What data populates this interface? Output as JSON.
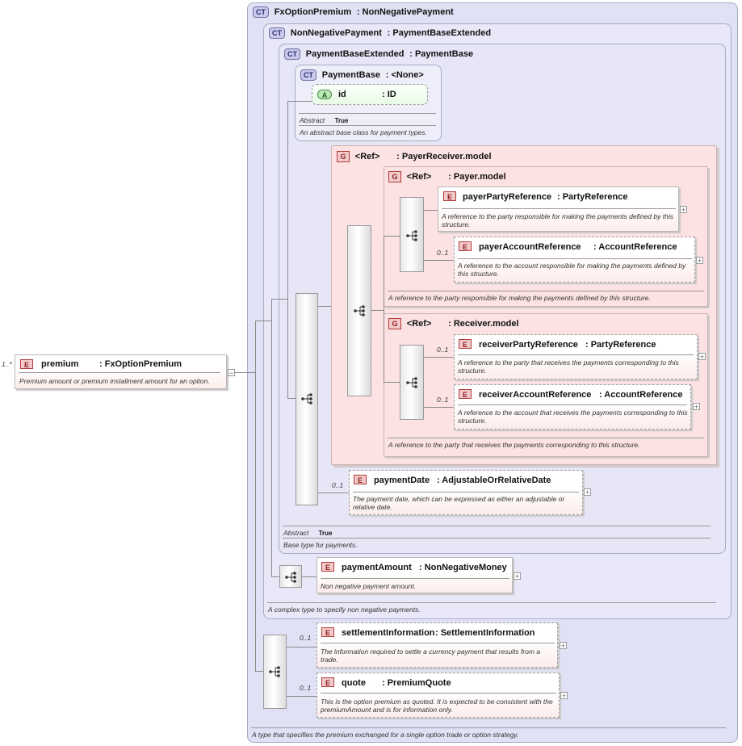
{
  "root": {
    "occurs": "1..*",
    "badge": "E",
    "name": "premium",
    "type": ": FxOptionPremium",
    "desc": "Premium amount or premium installment amount for an option."
  },
  "fxOptionPremium": {
    "badge": "CT",
    "name": "FxOptionPremium",
    "type": ": NonNegativePayment",
    "desc": "A type that specifies the premium exchanged for a single option trade or option strategy."
  },
  "nonNegativePayment": {
    "badge": "CT",
    "name": "NonNegativePayment",
    "type": ": PaymentBaseExtended",
    "desc": "A complex type to specify non negative payments."
  },
  "paymentBaseExtended": {
    "badge": "CT",
    "name": "PaymentBaseExtended",
    "type": ": PaymentBase",
    "abstract_label": "Abstract",
    "abstract_value": "True",
    "desc": "Base type for payments."
  },
  "paymentBase": {
    "badge": "CT",
    "name": "PaymentBase",
    "type": ": <None>",
    "abstract_label": "Abstract",
    "abstract_value": "True",
    "desc": "An abstract base class for payment types."
  },
  "idAttr": {
    "badge": "A",
    "name": "id",
    "type": ": ID"
  },
  "payerReceiver": {
    "badge": "G",
    "ref": "<Ref>",
    "name": ": PayerReceiver.model"
  },
  "payer": {
    "badge": "G",
    "ref": "<Ref>",
    "name": ": Payer.model",
    "desc": "A reference to the party responsible for making the payments defined by this structure."
  },
  "payerPartyReference": {
    "badge": "E",
    "name": "payerPartyReference",
    "type": ": PartyReference",
    "desc": "A reference to the party responsible for making the payments defined by this structure."
  },
  "payerAccountReference": {
    "occurs": "0..1",
    "badge": "E",
    "name": "payerAccountReference",
    "type": ": AccountReference",
    "desc": "A reference to the account responsible for making the payments defined by this structure."
  },
  "receiver": {
    "badge": "G",
    "ref": "<Ref>",
    "name": ": Receiver.model",
    "desc": "A reference to the party that receives the payments corresponding to this structure."
  },
  "receiverPartyReference": {
    "occurs": "0..1",
    "badge": "E",
    "name": "receiverPartyReference",
    "type": ": PartyReference",
    "desc": "A reference to the party that receives the payments corresponding to this structure."
  },
  "receiverAccountReference": {
    "occurs": "0..1",
    "badge": "E",
    "name": "receiverAccountReference",
    "type": ": AccountReference",
    "desc": "A reference to the account that receives the payments corresponding to this structure."
  },
  "paymentDate": {
    "occurs": "0..1",
    "badge": "E",
    "name": "paymentDate",
    "type": ": AdjustableOrRelativeDate",
    "desc": "The payment date, which can be expressed as either an adjustable or relative date."
  },
  "paymentAmount": {
    "badge": "E",
    "name": "paymentAmount",
    "type": ": NonNegativeMoney",
    "desc": "Non negative payment amount."
  },
  "settlementInformation": {
    "occurs": "0..1",
    "badge": "E",
    "name": "settlementInformation",
    "type": ": SettlementInformation",
    "desc": "The information required to settle a currency payment that results from a trade."
  },
  "quote": {
    "occurs": "0..1",
    "badge": "E",
    "name": "quote",
    "type": ": PremiumQuote",
    "desc": "This is the option premium as quoted. It is expected to be consistent with the premiumAmount and is for information only."
  },
  "symbols": {
    "expand": "+",
    "collapse": "−"
  },
  "icons": {
    "sequence": "sequence-icon",
    "complex_type": "ct-icon"
  }
}
